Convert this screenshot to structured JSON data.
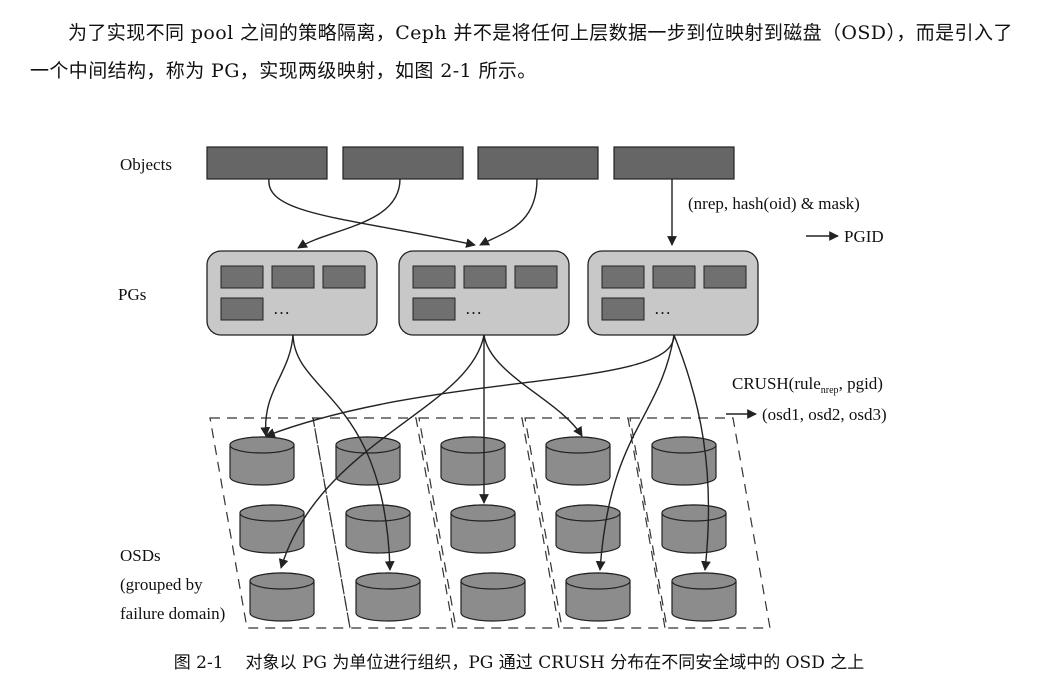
{
  "paragraph": "为了实现不同 pool 之间的策略隔离，Ceph 并不是将任何上层数据一步到位映射到磁盘（OSD），而是引入了一个中间结构，称为 PG，实现两级映射，如图 2-1 所示。",
  "diagram": {
    "labels": {
      "objects": "Objects",
      "pgs": "PGs",
      "osds_line1": "OSDs",
      "osds_line2": "(grouped by",
      "osds_line3": "failure domain)",
      "pg_ellipsis": "…"
    },
    "annotation_pg": {
      "line1": "(nrep, hash(oid) & mask)",
      "line2": "PGID"
    },
    "annotation_crush": {
      "prefix": "CRUSH(rule",
      "subscript": "nrep",
      "suffix": ", pgid)",
      "line2": "(osd1, osd2, osd3)"
    },
    "object_count": 4,
    "pg_count": 3,
    "failure_domains": 5,
    "osds_per_domain": 3,
    "colors": {
      "object_fill": "#666666",
      "pg_fill": "#c8c8c8",
      "slot_fill": "#707070",
      "osd_fill": "#8c8c8c",
      "line": "#222222"
    }
  },
  "caption": {
    "number": "图 2-1",
    "text": "对象以 PG 为单位进行组织，PG 通过 CRUSH 分布在不同安全域中的 OSD 之上"
  }
}
